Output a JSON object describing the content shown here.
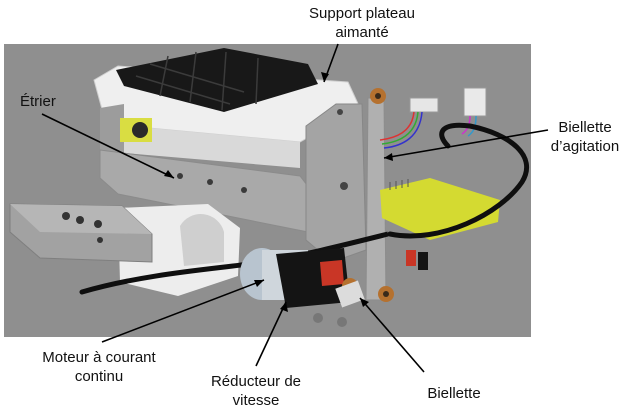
{
  "labels": {
    "support_line1": "Support plateau",
    "support_line2": "aimanté",
    "etrier": "Étrier",
    "biellette_agitation_line1": "Biellette",
    "biellette_agitation_line2": "d’agitation",
    "moteur_line1": "Moteur à courant",
    "moteur_line2": "continu",
    "reducteur_line1": "Réducteur de",
    "reducteur_line2": "vitesse",
    "biellette": "Biellette"
  },
  "colors": {
    "background": "#8f8f8f",
    "metal": "#a7a7a7",
    "white_part": "#eeeeee",
    "black_part": "#161616",
    "pcb": "#d6dc2e",
    "copper": "#b5712f",
    "cable": "#0d0d0d"
  }
}
